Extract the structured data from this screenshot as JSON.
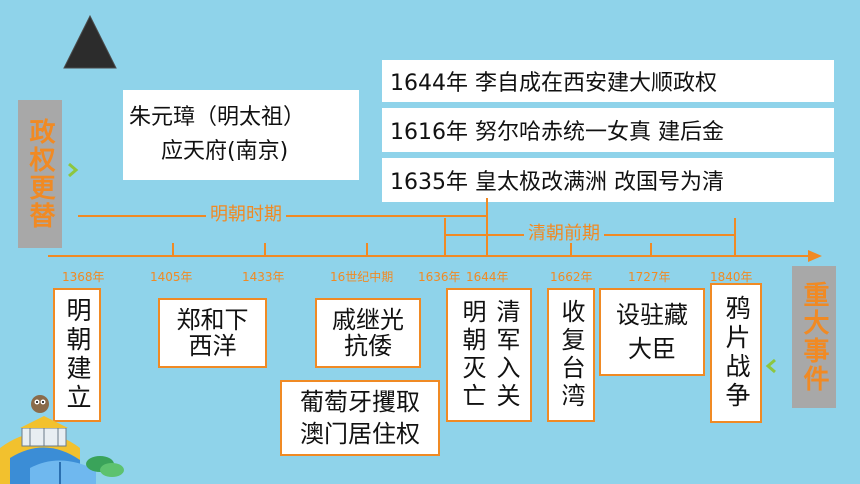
{
  "side_left": "政权更替",
  "side_right": "重大事件",
  "founder_box": {
    "line1": "朱元璋（明太祖）",
    "line2": "应天府(南京)"
  },
  "right_boxes": [
    "1644年 李自成在西安建大顺政权",
    "1616年 努尔哈赤统一女真 建后金",
    "1635年 皇太极改满洲 改国号为清"
  ],
  "period_ming": "明朝时期",
  "period_qing": "清朝前期",
  "years": [
    "1368年",
    "1405年",
    "1433年",
    "16世纪中期",
    "1636年",
    "1644年",
    "1662年",
    "1727年",
    "1840年"
  ],
  "events": {
    "e1": "明朝建立",
    "e2_line1": "郑和下",
    "e2_line2": "西洋",
    "e3_line1": "戚继光",
    "e3_line2": "抗倭",
    "e3b_line1": "葡萄牙攫取",
    "e3b_line2": "澳门居住权",
    "e4a": "明朝灭亡",
    "e4b": "清军入关",
    "e5": "收复台湾",
    "e6_line1": "设驻藏",
    "e6_line2": "大臣",
    "e7": "鸦片战争"
  },
  "colors": {
    "accent": "#f08a24",
    "background": "#8fd3ea",
    "side_panel": "#a8a8a8",
    "yellow": "#f2c12e"
  }
}
